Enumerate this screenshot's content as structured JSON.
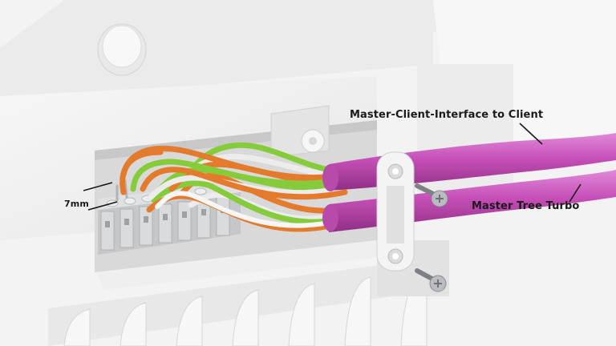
{
  "labels": {
    "client_cable": "Master-Client-Interface to Client",
    "turbo_cable": "Master Tree Turbo",
    "strip_length": "7mm"
  },
  "colors": {
    "cable_sheath": "#c64fb8",
    "wire_orange": "#e37a2c",
    "wire_green": "#86cc3a",
    "wire_white": "#ececec",
    "terminal_grey": "#cfd1d3",
    "housing": "#f3f3f3"
  },
  "icons": [
    "screw-icon",
    "cable-clamp-icon",
    "terminal-block-icon"
  ]
}
